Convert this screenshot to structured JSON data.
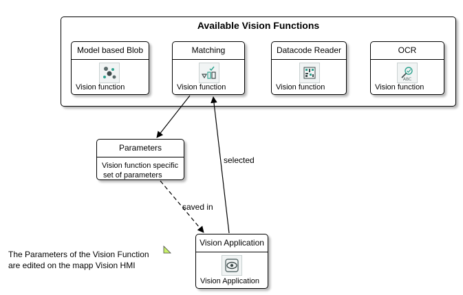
{
  "container": {
    "title": "Available Vision Functions"
  },
  "functions": [
    {
      "name": "Model based Blob",
      "caption": "Vision function",
      "icon": "blob-icon"
    },
    {
      "name": "Matching",
      "caption": "Vision function",
      "icon": "matching-icon"
    },
    {
      "name": "Datacode Reader",
      "caption": "Vision function",
      "icon": "datacode-icon"
    },
    {
      "name": "OCR",
      "caption": "Vision function",
      "icon": "ocr-icon"
    }
  ],
  "parameters": {
    "title": "Parameters",
    "line1": "Vision function specific",
    "line2": "set of parameters"
  },
  "application": {
    "title": "Vision Application",
    "caption": "Vision Application",
    "icon": "eye-icon"
  },
  "edges": {
    "selected": "selected",
    "saved_in": "saved in"
  },
  "note": {
    "line1": "The Parameters of the Vision Function",
    "line2": "are edited on the mapp Vision HMI",
    "marker_color": "#c8f06a"
  }
}
